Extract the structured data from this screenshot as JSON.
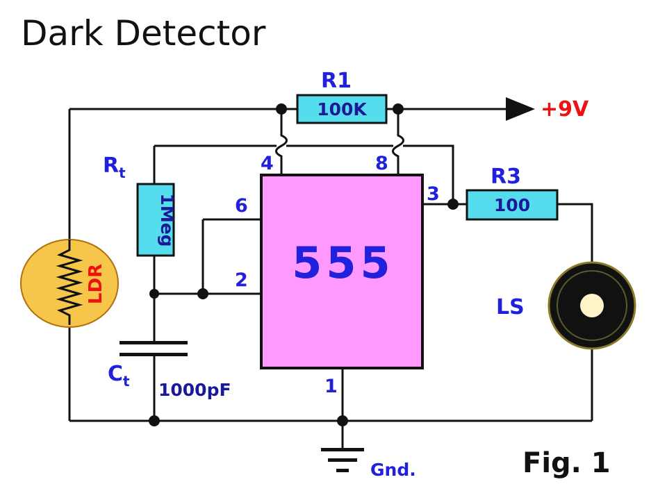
{
  "title": "Dark Detector",
  "figure_label": "Fig. 1",
  "colors": {
    "label_blue": "#2020dd",
    "ic_fill": "#ff99ff",
    "resistor_fill": "#55ddee",
    "ldr_fill": "#f6c64a",
    "supply_red": "#ee1111",
    "wire": "#111111"
  },
  "ic": {
    "name": "555",
    "pins": [
      "4",
      "8",
      "6",
      "2",
      "3",
      "1"
    ]
  },
  "r1": {
    "label": "R1",
    "value": "100K"
  },
  "rt": {
    "label_main": "R",
    "label_sub": "t",
    "value": "1Meg"
  },
  "r3": {
    "label": "R3",
    "value": "100"
  },
  "ct": {
    "label_main": "C",
    "label_sub": "t",
    "value": "1000pF"
  },
  "ldr": {
    "label": "LDR"
  },
  "speaker": {
    "label": "LS"
  },
  "supply": {
    "label": "+9V"
  },
  "ground": {
    "label": "Gnd."
  }
}
